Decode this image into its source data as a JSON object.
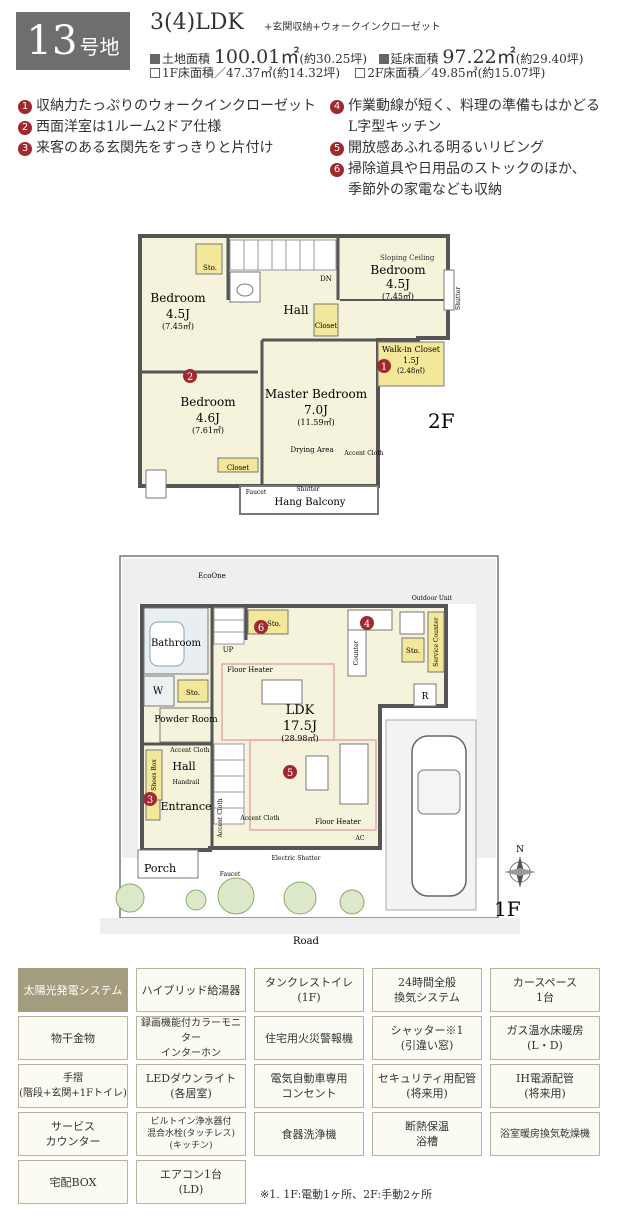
{
  "header": {
    "lot_number": "13",
    "lot_suffix": "号地",
    "plan_type": "3(4)LDK",
    "plan_extra": "+玄関収納+ウォークインクローゼット",
    "land_label": "土地面積",
    "land_value": "100.01㎡",
    "land_tsubo": "(約30.25坪)",
    "floor_label": "延床面積",
    "floor_value": "97.22㎡",
    "floor_tsubo": "(約29.40坪)",
    "f1_area": "1F床面積／47.37㎡(約14.32坪)",
    "f2_area": "2F床面積／49.85㎡(約15.07坪)"
  },
  "features": [
    {
      "n": "1",
      "text": "収納力たっぷりのウォークインクローゼット"
    },
    {
      "n": "2",
      "text": "西面洋室は1ルーム2ドア仕様"
    },
    {
      "n": "3",
      "text": "来客のある玄関先をすっきりと片付け"
    },
    {
      "n": "4",
      "text": "作業動線が短く、料理の準備もはかどる"
    },
    {
      "n": "",
      "text": "L字型キッチン"
    },
    {
      "n": "5",
      "text": "開放感あふれる明るいリビング"
    },
    {
      "n": "6",
      "text": "掃除道具や日用品のストックのほか、"
    },
    {
      "n": "",
      "text": "季節外の家電なども収納"
    }
  ],
  "floor2": {
    "floor_label": "2F",
    "bedroom_ne": {
      "name": "Bedroom",
      "size": "4.5J",
      "sqm": "(7.45㎡)"
    },
    "bedroom_nw": {
      "name": "Bedroom",
      "size": "4.5J",
      "sqm": "(7.45㎡)"
    },
    "bedroom_sw": {
      "name": "Bedroom",
      "size": "4.6J",
      "sqm": "(7.61㎡)"
    },
    "master": {
      "name": "Master Bedroom",
      "size": "7.0J",
      "sqm": "(11.59㎡)"
    },
    "wic": {
      "name": "Walk-in Closet",
      "size": "1.5J",
      "sqm": "(2.48㎡)"
    },
    "hall": "Hall",
    "closet1": "Closet",
    "closet2": "Closet",
    "sto": "Sto.",
    "dn": "DN",
    "sloping": "Sloping Ceiling",
    "shutter_side": "Shutter",
    "shutter_bottom": "Shutter",
    "faucet": "Faucet",
    "balcony": "Hang Balcony",
    "drying": "Drying Area",
    "accent_cloth": "Accent Cloth"
  },
  "floor1": {
    "floor_label": "1F",
    "ldk": {
      "name": "LDK",
      "size": "17.5J",
      "sqm": "(28.98㎡)"
    },
    "bathroom": "Bathroom",
    "powder": "Powder Room",
    "hall": "Hall",
    "entrance": "Entrance",
    "porch": "Porch",
    "sto1": "Sto.",
    "sto2": "Sto.",
    "sto3": "Sto.",
    "shoes_box": "Shoes Box",
    "service_counter": "Service Counter",
    "counter": "Counter",
    "floor_heater1": "Floor Heater",
    "floor_heater2": "Floor Heater",
    "ecoone": "EcoOne",
    "outdoor_unit": "Outdoor Unit",
    "electric_shutter": "Electric Shutter",
    "faucet": "Faucet",
    "handrail": "Handrail",
    "accent_cloth1": "Accent Cloth",
    "accent_cloth2": "Accent Cloth",
    "accent_cloth3": "Accent Cloth",
    "ac": "AC",
    "up": "UP",
    "w": "W",
    "r": "R",
    "compass": "N",
    "road": "Road"
  },
  "equipment": [
    [
      "太陽光発電システム",
      "ハイブリッド給湯器",
      "タンクレストイレ\n(1F)",
      "24時間全般\n換気システム",
      "カースペース\n1台"
    ],
    [
      "物干金物",
      "録画機能付カラーモニター\nインターホン",
      "住宅用火災警報機",
      "シャッター※1\n(引違い窓)",
      "ガス温水床暖房\n(L・D)"
    ],
    [
      "手摺\n(階段+玄関+1Fトイレ)",
      "LEDダウンライト\n(各居室)",
      "電気自動車専用\nコンセント",
      "セキュリティ用配管\n(将来用)",
      "IH電源配管\n(将来用)"
    ],
    [
      "サービス\nカウンター",
      "ビルトイン浄水器付\n混合水栓(タッチレス)\n(キッチン)",
      "食器洗浄機",
      "断熱保温\n浴槽",
      "浴室暖房換気乾燥機"
    ],
    [
      "宅配BOX",
      "エアコン1台\n(LD)",
      "",
      "",
      ""
    ]
  ],
  "note": "※1. 1F:電動1ヶ所、2F:手動2ヶ所",
  "colors": {
    "accent_red": "#a0282f",
    "badge_gray": "#6e6e6e",
    "room_fill": "#f6f3dc",
    "highlight_cell": "#a39c7e"
  }
}
